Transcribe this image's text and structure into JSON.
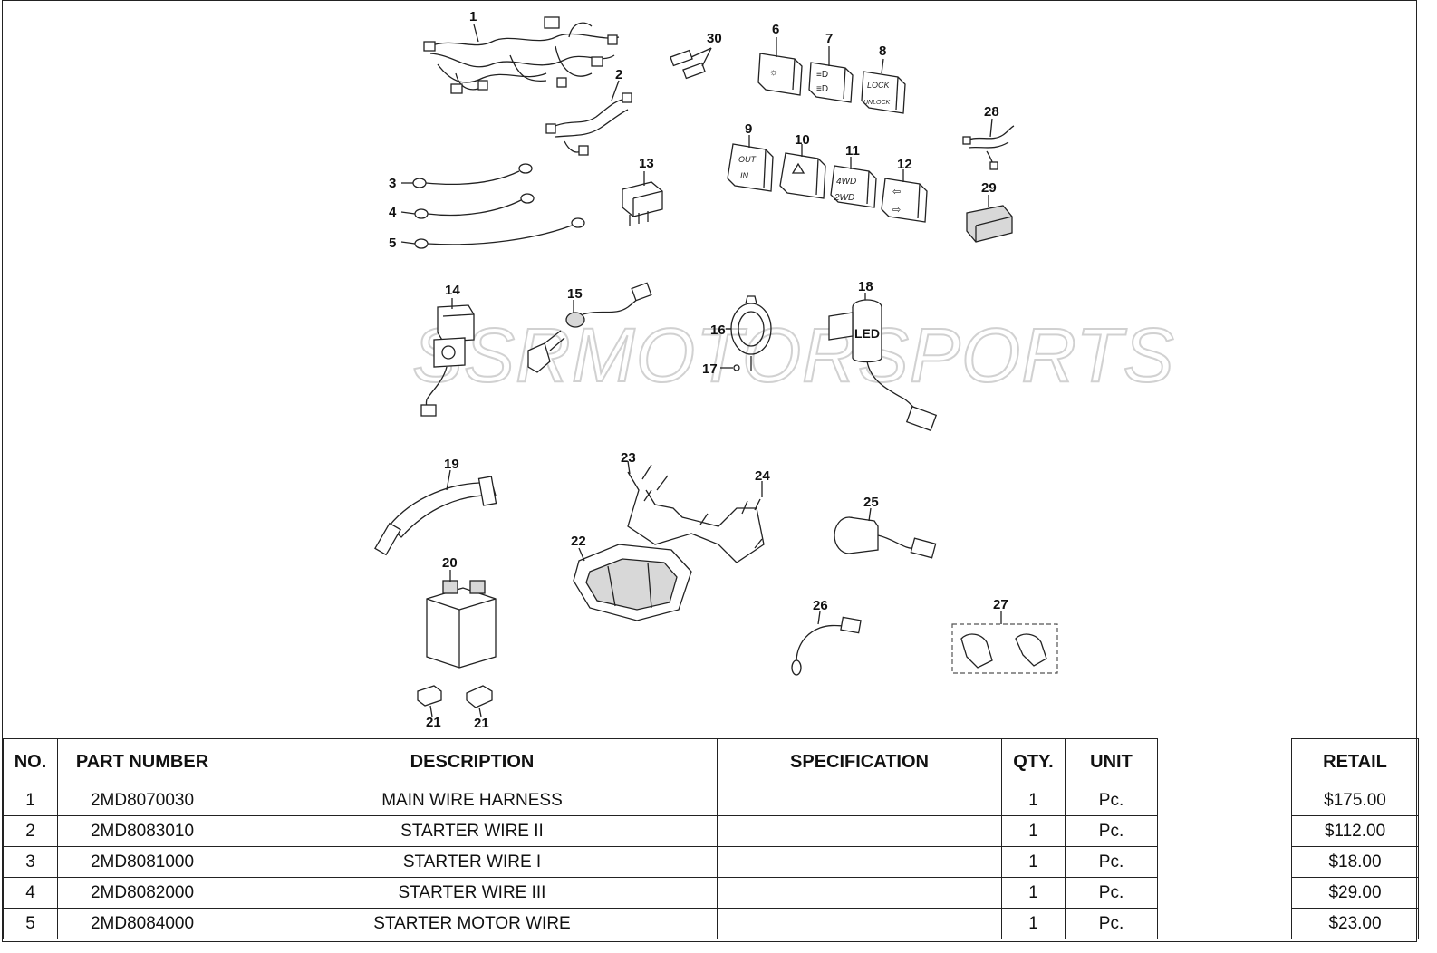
{
  "watermark": "SSRMOTORSPORTS",
  "callouts": [
    "1",
    "2",
    "3",
    "4",
    "5",
    "6",
    "7",
    "8",
    "9",
    "10",
    "11",
    "12",
    "13",
    "14",
    "15",
    "16",
    "17",
    "18",
    "19",
    "20",
    "21",
    "21",
    "22",
    "23",
    "24",
    "25",
    "26",
    "27",
    "28",
    "29",
    "30"
  ],
  "switch_texts": {
    "lock": "LOCK",
    "unlock": "UNLOCK",
    "out": "OUT",
    "in": "IN",
    "fourwd": "4WD",
    "twowd": "2WD",
    "led": "LED"
  },
  "table": {
    "headers": {
      "no": "NO.",
      "part_number": "PART NUMBER",
      "description": "DESCRIPTION",
      "specification": "SPECIFICATION",
      "qty": "QTY.",
      "unit": "UNIT",
      "blank": "",
      "retail": "RETAIL"
    },
    "rows": [
      {
        "no": "1",
        "part_number": "2MD8070030",
        "description": "MAIN WIRE HARNESS",
        "specification": "",
        "qty": "1",
        "unit": "Pc.",
        "retail": "$175.00"
      },
      {
        "no": "2",
        "part_number": "2MD8083010",
        "description": "STARTER WIRE II",
        "specification": "",
        "qty": "1",
        "unit": "Pc.",
        "retail": "$112.00"
      },
      {
        "no": "3",
        "part_number": "2MD8081000",
        "description": "STARTER WIRE I",
        "specification": "",
        "qty": "1",
        "unit": "Pc.",
        "retail": "$18.00"
      },
      {
        "no": "4",
        "part_number": "2MD8082000",
        "description": "STARTER WIRE III",
        "specification": "",
        "qty": "1",
        "unit": "Pc.",
        "retail": "$29.00"
      },
      {
        "no": "5",
        "part_number": "2MD8084000",
        "description": "STARTER MOTOR WIRE",
        "specification": "",
        "qty": "1",
        "unit": "Pc.",
        "retail": "$23.00"
      }
    ]
  }
}
